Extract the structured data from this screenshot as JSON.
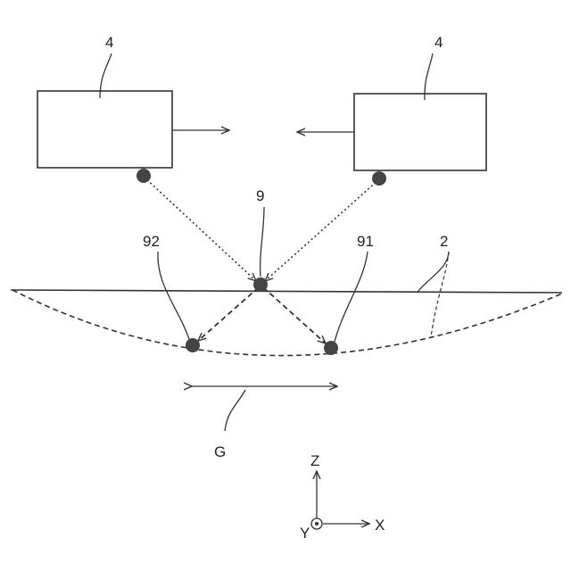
{
  "labels": {
    "device_left": "4",
    "device_right": "4",
    "point_center": "9",
    "point_left": "92",
    "point_right": "91",
    "surface": "2",
    "range": "G",
    "axis_z": "Z",
    "axis_y": "Y",
    "axis_x": "X"
  },
  "colors": {
    "line": "#333333",
    "dot": "#444444"
  }
}
